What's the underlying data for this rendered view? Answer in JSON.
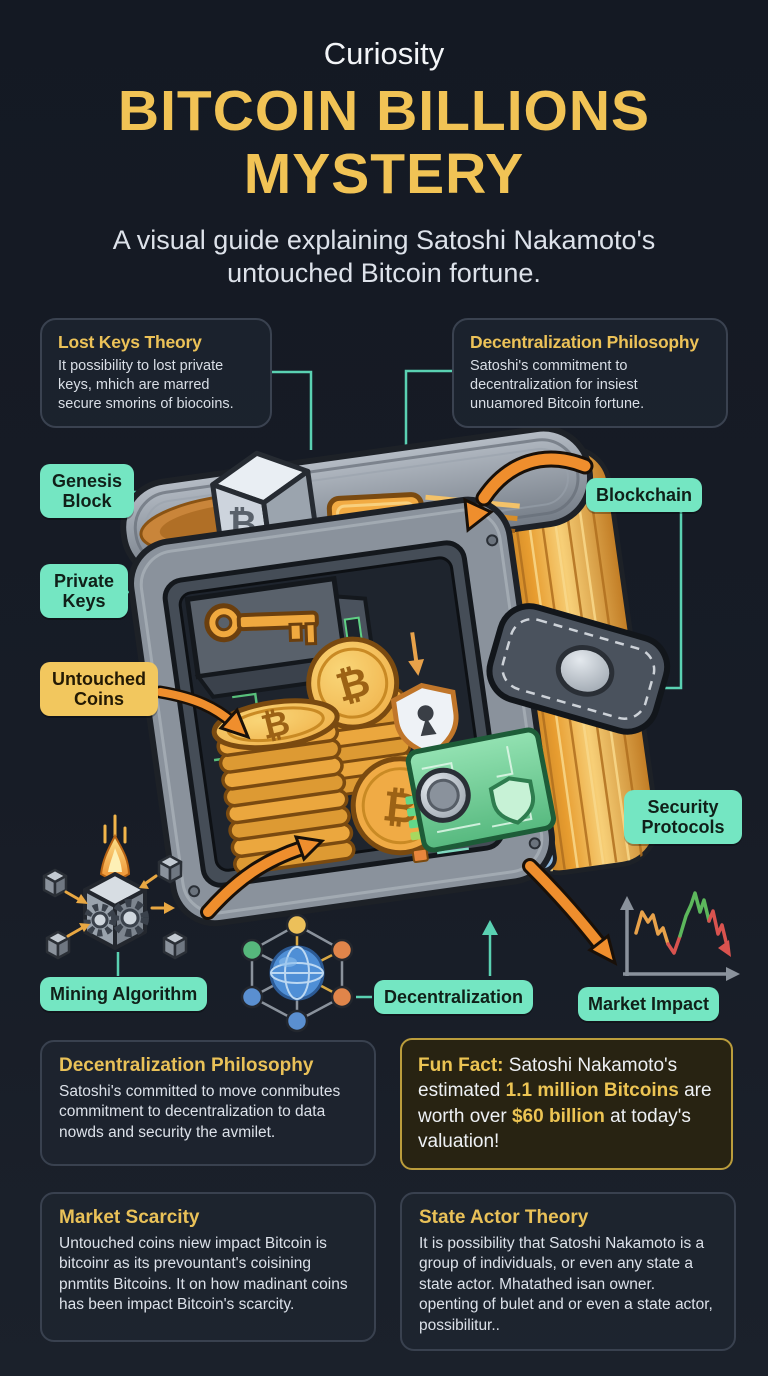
{
  "header": {
    "kicker": "Curiosity",
    "title": "BITCOIN BILLIONS MYSTERY",
    "subtitle": "A visual guide explaining Satoshi Nakamoto's untouched Bitcoin fortune."
  },
  "top_callouts": {
    "lost_keys": {
      "title": "Lost Keys Theory",
      "body": "It possibility to lost private keys, mhich are marred secure smorins of biocoins."
    },
    "decentralization": {
      "title": "Decentralization Philosophy",
      "body": "Satoshi's commitment to decentralization for insiest unuamored Bitcoin fortune."
    }
  },
  "diagram_labels": {
    "genesis_block": "Genesis Block",
    "private_keys": "Private Keys",
    "untouched_coins": "Untouched Coins",
    "blockchain": "Blockchain",
    "security_protocols": "Security Protocols",
    "mining_algorithm": "Mining Algorithm",
    "decentralization": "Decentralization",
    "market_impact": "Market Impact"
  },
  "bottom_sections": {
    "decentralization_philosophy": {
      "title": "Decentralization Philosophy",
      "body": "Satoshi's committed to move conmibutes commitment to decentralization to data nowds and security the avmilet."
    },
    "fun_fact": {
      "label": "Fun Fact:",
      "part2": " Satoshi Nakamoto's estimated ",
      "highlight1": "1.1 million Bitcoins",
      "part4": " are worth over ",
      "highlight2": "$60 billion",
      "part5": " at today's valuation!"
    },
    "market_scarcity": {
      "title": "Market Scarcity",
      "body": "Untouched coins niew impact Bitcoin is bitcoinr as its prevountant's coisining pnmtits Bitcoins. It on how madinant coins has been impact Bitcoin's scarcity."
    },
    "state_actor_theory": {
      "title": "State Actor Theory",
      "body": "It is possibility that Satoshi Nakamoto is a group of individuals, or even any state a state actor. Mhatathed isan owner. openting of bulet and or even a state actor, possibilitur.."
    }
  },
  "colors": {
    "accent_gold": "#f1c355",
    "accent_teal": "#74e6c2",
    "background": "#171c26"
  }
}
